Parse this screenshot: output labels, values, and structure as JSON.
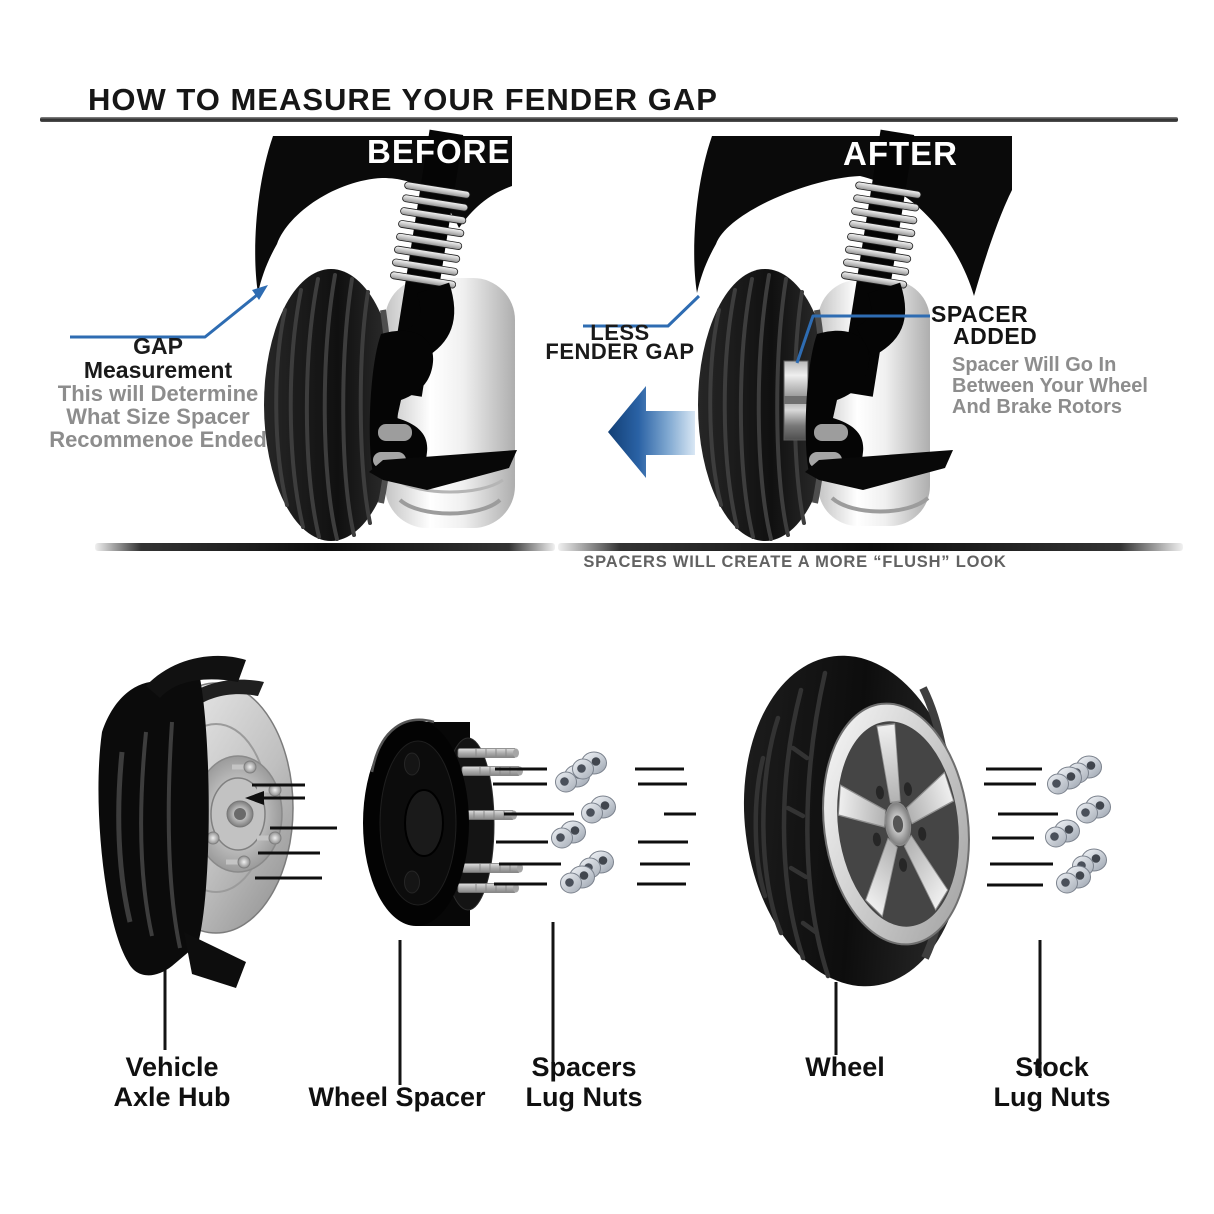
{
  "title": "HOW TO MEASURE YOUR FENDER GAP",
  "before_panel": {
    "label": "BEFORE",
    "gap": {
      "line1": "GAP",
      "line2": "Measurement"
    },
    "gap_sub": {
      "line1": "This will Determine",
      "line2": "What Size Spacer",
      "line3": "Recommenoe Ended"
    }
  },
  "after_panel": {
    "label": "AFTER",
    "less_gap": {
      "line1": "LESS",
      "line2": "FENDER GAP"
    },
    "spacer_added": {
      "line1": "SPACER",
      "line2": "ADDED"
    },
    "spacer_sub": {
      "line1": "Spacer Will Go In",
      "line2": "Between Your Wheel",
      "line3": "And Brake Rotors"
    },
    "caption": "SPACERS WILL CREATE A MORE “FLUSH” LOOK"
  },
  "parts": {
    "hub": {
      "line1": "Vehicle",
      "line2": "Axle Hub"
    },
    "wheel_spacer": {
      "line1": "Wheel Spacer"
    },
    "spacer_nuts": {
      "line1": "Spacers",
      "line2": "Lug Nuts"
    },
    "wheel": {
      "line1": "Wheel"
    },
    "stock_nuts": {
      "line1": "Stock",
      "line2": "Lug Nuts"
    }
  },
  "colors": {
    "accent_blue": "#2e6cb2",
    "arrow_dark": "#123f75",
    "arrow_light": "#d9e7f4",
    "text_gray": "#8d8d8d",
    "ink": "#121212"
  }
}
